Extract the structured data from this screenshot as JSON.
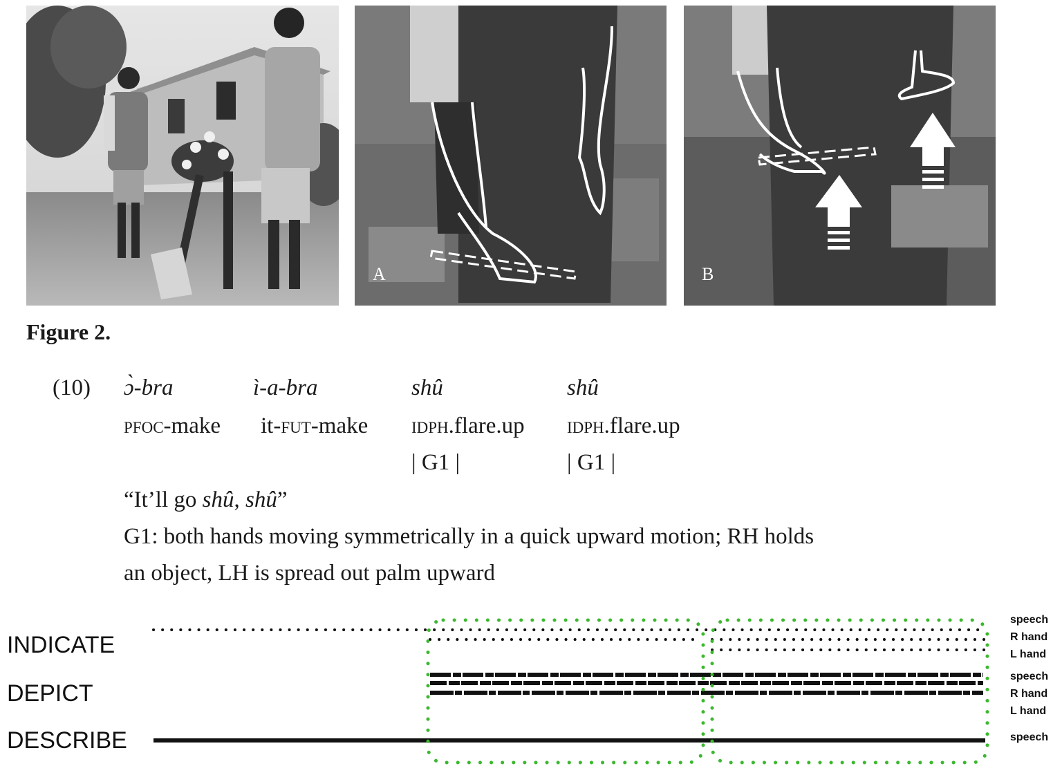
{
  "figure": {
    "caption": "Figure 2.",
    "panels": [
      {
        "id": "scene",
        "letter": ""
      },
      {
        "id": "A",
        "letter": "A"
      },
      {
        "id": "B",
        "letter": "B"
      }
    ]
  },
  "example": {
    "number": "(10)",
    "words": [
      {
        "vernacular": "ɔ̀-bra",
        "gloss_parts": [
          {
            "t": "pfoc",
            "sc": true
          },
          {
            "t": "-make",
            "sc": false
          }
        ],
        "gesture": ""
      },
      {
        "vernacular": "ì-a-bra",
        "gloss_parts": [
          {
            "t": "it-",
            "sc": false
          },
          {
            "t": "fut",
            "sc": true
          },
          {
            "t": "-make",
            "sc": false
          }
        ],
        "gesture": ""
      },
      {
        "vernacular": "shû",
        "gloss_parts": [
          {
            "t": "idph",
            "sc": true
          },
          {
            "t": ".flare.up",
            "sc": false
          }
        ],
        "gesture": "| G1 |"
      },
      {
        "vernacular": "shû",
        "gloss_parts": [
          {
            "t": "idph",
            "sc": true
          },
          {
            "t": ".flare.up",
            "sc": false
          }
        ],
        "gesture": "| G1 |"
      }
    ],
    "translation": {
      "open": "“It’ll go ",
      "w1": "shû",
      "sep": ", ",
      "w2": "shû",
      "close": "”"
    },
    "gesture_desc_1": "G1: both hands moving symmetrically in a quick upward motion; RH holds",
    "gesture_desc_2": "an object, LH is spread out palm upward"
  },
  "diagram": {
    "categories": [
      "INDICATE",
      "DEPICT",
      "DESCRIBE"
    ],
    "channels": {
      "indicate": [
        "speech",
        "R hand",
        "L hand"
      ],
      "depict": [
        "speech",
        "R hand",
        "L hand"
      ],
      "describe": [
        "speech"
      ]
    },
    "colors": {
      "box": "#3bb82e",
      "line": "#111111"
    }
  }
}
